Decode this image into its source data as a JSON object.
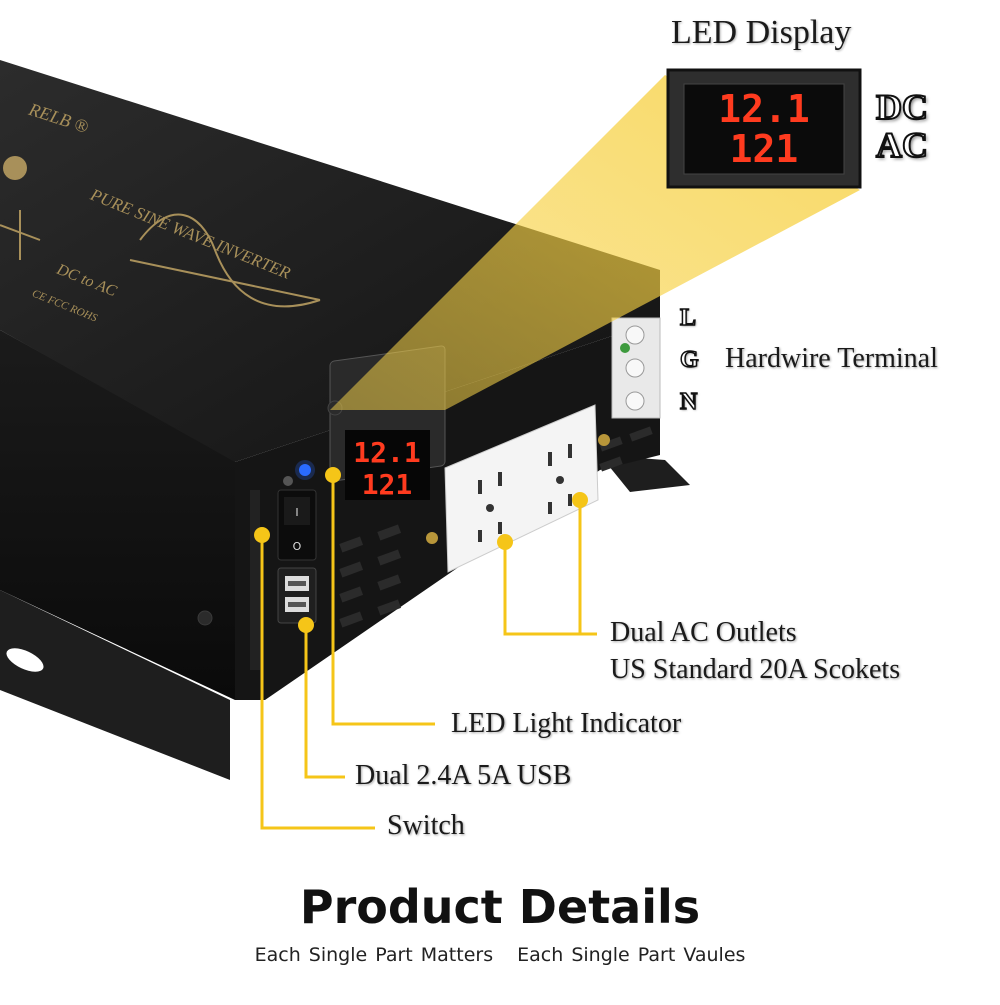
{
  "product": {
    "brand_partial": "RELB",
    "registered_mark": "®",
    "top_text": "PURE SINE WAVE INVERTER",
    "dc_to_ac": "DC to AC",
    "certs": "CE FCC ROHS"
  },
  "callouts": {
    "led_display": "LED Display",
    "dc": "DC",
    "ac": "AC",
    "terminal_l": "L",
    "terminal_g": "G",
    "terminal_n": "N",
    "hardwire_terminal": "Hardwire Terminal",
    "dual_ac_outlets_line1": "Dual AC Outlets",
    "dual_ac_outlets_line2": "US Standard 20A Scokets",
    "led_light_indicator": "LED Light Indicator",
    "dual_usb": "Dual 2.4A 5A USB",
    "switch": "Switch"
  },
  "display": {
    "top_reading": "12.1",
    "bottom_reading": "121"
  },
  "heading": {
    "title": "Product Details",
    "sub_left": "Each Single Part Matters",
    "sub_right": "Each Single Part Vaules"
  },
  "colors": {
    "callout_yellow": "#f5c518",
    "body_black": "#161616",
    "led_red": "#ff3b1f",
    "indicator_blue": "#2a6bff"
  }
}
